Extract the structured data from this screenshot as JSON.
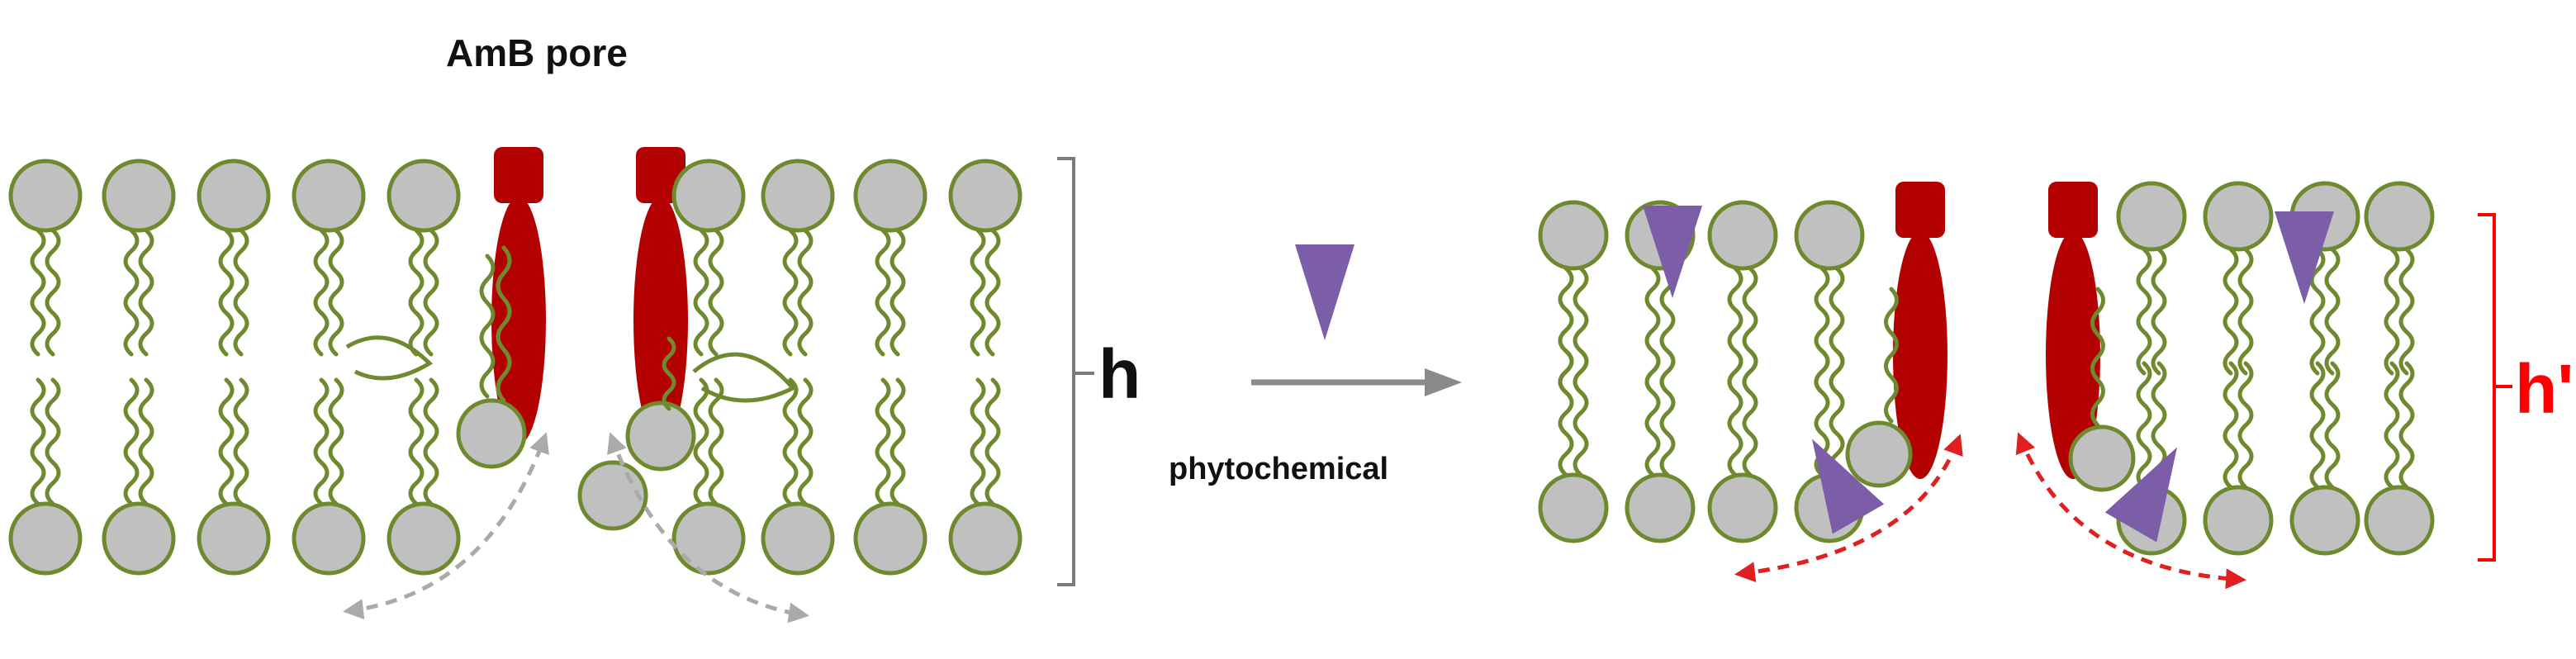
{
  "title": "AmB pore",
  "reaction_label": "phytochemical",
  "height_label_before": "h",
  "height_label_after": "h'",
  "colors": {
    "lipid_head_fill": "#c0c0c0",
    "lipid_outline": "#6f8a2e",
    "amb": "#b30000",
    "phytochemical": "#7b5ea7",
    "arrow_gray": "#8a8a8a",
    "height_bar_before": "#7a7a7a",
    "height_bar_after": "#ff0000",
    "curved_arrow_before": "#aaaaaa",
    "curved_arrow_after": "#e02020"
  }
}
